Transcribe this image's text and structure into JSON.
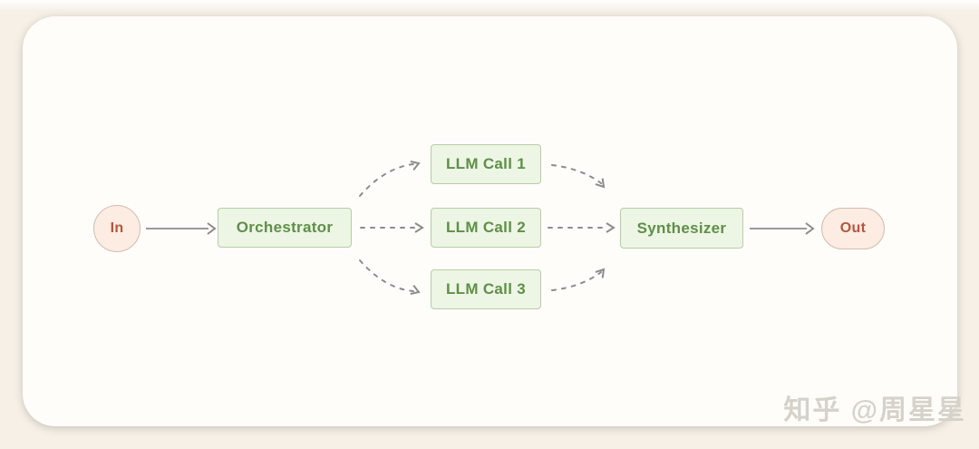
{
  "watermark": {
    "text": "知乎 @周星星"
  },
  "diagram": {
    "type": "flowchart",
    "nodes": {
      "in": {
        "label": "In",
        "kind": "terminal"
      },
      "orchestrator": {
        "label": "Orchestrator",
        "kind": "process"
      },
      "llm_call_1": {
        "label": "LLM Call 1",
        "kind": "process"
      },
      "llm_call_2": {
        "label": "LLM Call 2",
        "kind": "process"
      },
      "llm_call_3": {
        "label": "LLM Call 3",
        "kind": "process"
      },
      "synthesizer": {
        "label": "Synthesizer",
        "kind": "process"
      },
      "out": {
        "label": "Out",
        "kind": "terminal"
      }
    },
    "edges": [
      {
        "from": "In",
        "to": "Orchestrator",
        "style": "solid"
      },
      {
        "from": "Orchestrator",
        "to": "LLM Call 1",
        "style": "dashed"
      },
      {
        "from": "Orchestrator",
        "to": "LLM Call 2",
        "style": "dashed"
      },
      {
        "from": "Orchestrator",
        "to": "LLM Call 3",
        "style": "dashed"
      },
      {
        "from": "LLM Call 1",
        "to": "Synthesizer",
        "style": "dashed"
      },
      {
        "from": "LLM Call 2",
        "to": "Synthesizer",
        "style": "dashed"
      },
      {
        "from": "LLM Call 3",
        "to": "Synthesizer",
        "style": "dashed"
      },
      {
        "from": "Synthesizer",
        "to": "Out",
        "style": "solid"
      }
    ]
  },
  "colors": {
    "page-bg": "#f6f0e7",
    "card-bg": "#fffdfa",
    "process-fill": "#edf5e5",
    "process-border": "#b7cda5",
    "process-text": "#5f8f48",
    "terminal-fill": "#fcece2",
    "terminal-border": "#d2bcb1",
    "terminal-text": "#b2573e",
    "arrow": "#8c8c8c",
    "watermark": "#d6d2ca"
  }
}
